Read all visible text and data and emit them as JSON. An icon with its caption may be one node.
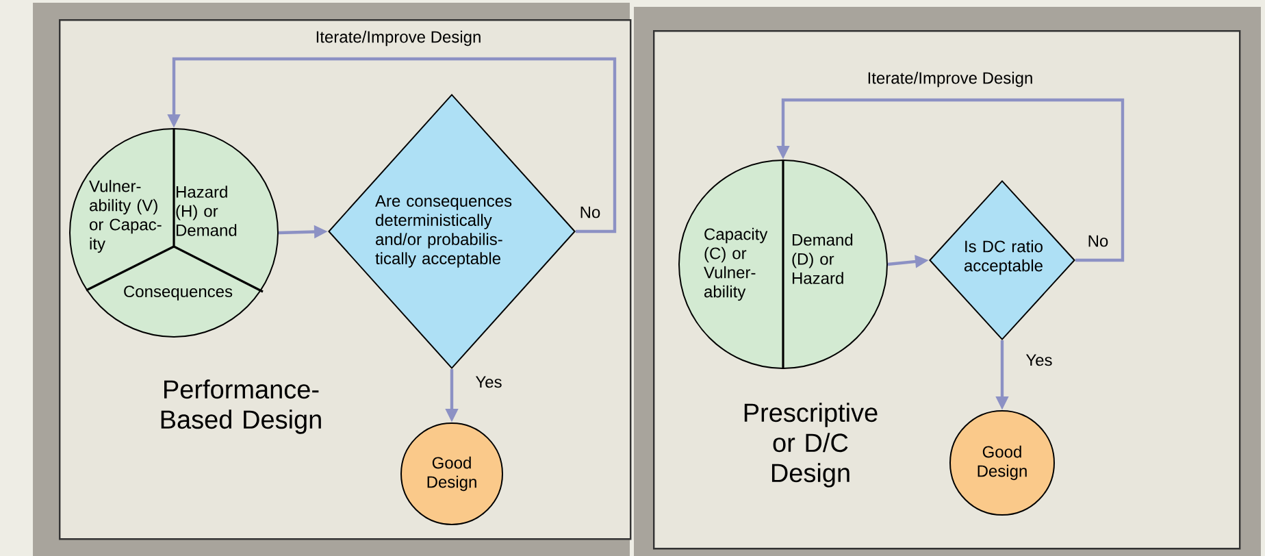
{
  "diagram": {
    "nodes": [
      {
        "text": [
          "Performance-Based Design"
        ]
      },
      {
        "text": [
          "Vulner- ability (V) or Capac- ity",
          "Hazard (H) or Demand",
          "Consequences"
        ],
        "in": 0
      },
      {
        "text": [
          "Are consequences deterministically and/or probabilis- tically acceptable"
        ],
        "in": 0
      },
      {
        "text": [
          "Good Design"
        ],
        "in": 0
      },
      {
        "text": [
          "Prescriptive or D/C Design"
        ]
      },
      {
        "text": [
          "Capacity (C) or Vulner- ability",
          "Demand (D) or Hazard"
        ],
        "in": 4
      },
      {
        "text": [
          "Is DC ratio acceptable"
        ],
        "in": 4
      },
      {
        "text": [
          "Good Design"
        ],
        "in": 4
      }
    ],
    "edges": [
      {
        "from": 1,
        "to": 2,
        "arrow": "to"
      },
      {
        "from": 2,
        "to": 1,
        "arrow": "to",
        "label": "No"
      },
      {
        "from": 2,
        "to": 3,
        "arrow": "to",
        "label": "Yes"
      },
      {
        "from": 5,
        "to": 6,
        "arrow": "to"
      },
      {
        "from": 6,
        "to": 5,
        "arrow": "to",
        "label": "No"
      },
      {
        "from": 6,
        "to": 7,
        "arrow": "to",
        "label": "Yes"
      }
    ],
    "labels": [
      "Iterate/Improve Design",
      "Iterate/Improve Design"
    ]
  }
}
